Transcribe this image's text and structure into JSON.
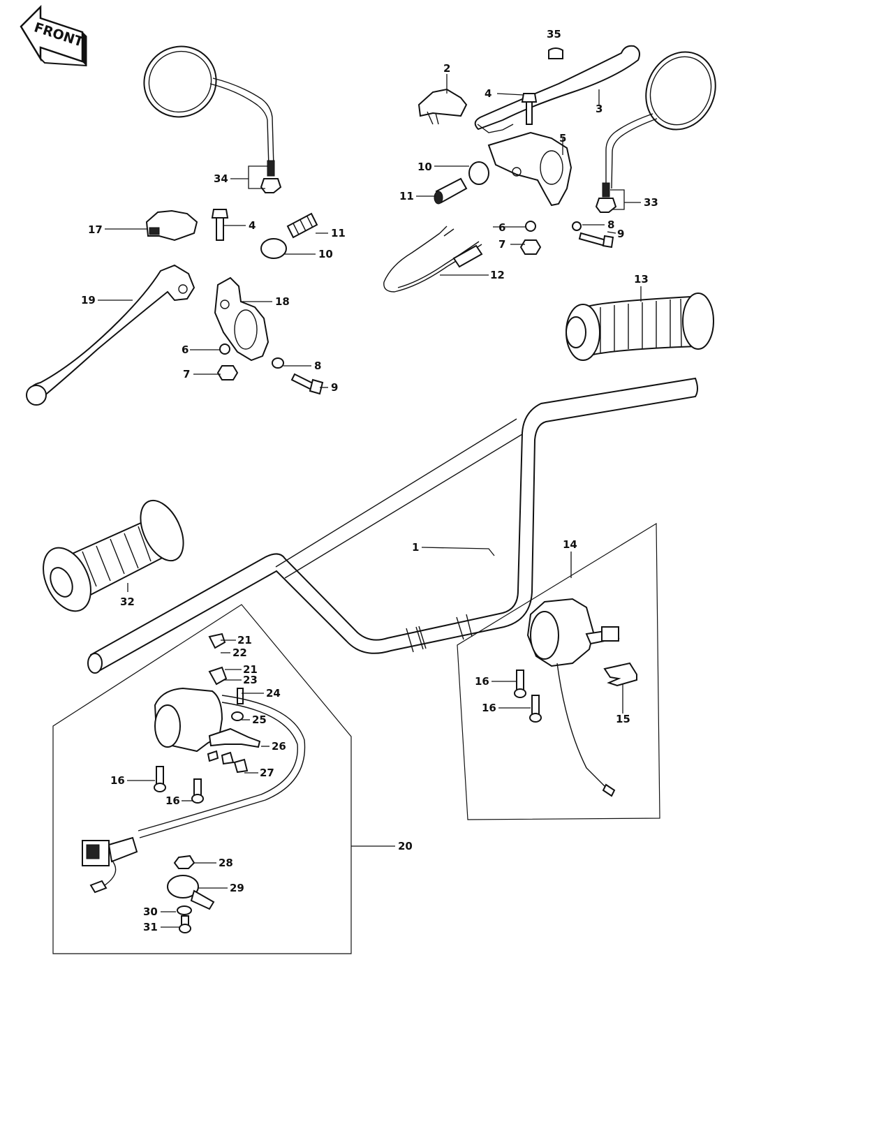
{
  "front_label": "FRONT",
  "callouts": [
    {
      "id": "c35a",
      "text": "35"
    },
    {
      "id": "c2",
      "text": "2"
    },
    {
      "id": "c4a",
      "text": "4"
    },
    {
      "id": "c3",
      "text": "3"
    },
    {
      "id": "c5",
      "text": "5"
    },
    {
      "id": "c10a",
      "text": "10"
    },
    {
      "id": "c11a",
      "text": "11"
    },
    {
      "id": "c34",
      "text": "34"
    },
    {
      "id": "c33",
      "text": "33"
    },
    {
      "id": "c17",
      "text": "17"
    },
    {
      "id": "c4b",
      "text": "4"
    },
    {
      "id": "c11b",
      "text": "11"
    },
    {
      "id": "c10b",
      "text": "10"
    },
    {
      "id": "c6a",
      "text": "6"
    },
    {
      "id": "c7a",
      "text": "7"
    },
    {
      "id": "c8a",
      "text": "8"
    },
    {
      "id": "c9a",
      "text": "9"
    },
    {
      "id": "c12",
      "text": "12"
    },
    {
      "id": "c13",
      "text": "13"
    },
    {
      "id": "c19",
      "text": "19"
    },
    {
      "id": "c18",
      "text": "18"
    },
    {
      "id": "c6b",
      "text": "6"
    },
    {
      "id": "c7b",
      "text": "7"
    },
    {
      "id": "c8b",
      "text": "8"
    },
    {
      "id": "c9b",
      "text": "9"
    },
    {
      "id": "c1",
      "text": "1"
    },
    {
      "id": "c14",
      "text": "14"
    },
    {
      "id": "c32",
      "text": "32"
    },
    {
      "id": "c21a",
      "text": "21"
    },
    {
      "id": "c22",
      "text": "22"
    },
    {
      "id": "c21b",
      "text": "21"
    },
    {
      "id": "c23",
      "text": "23"
    },
    {
      "id": "c24",
      "text": "24"
    },
    {
      "id": "c25",
      "text": "25"
    },
    {
      "id": "c26",
      "text": "26"
    },
    {
      "id": "c27",
      "text": "27"
    },
    {
      "id": "c16a",
      "text": "16"
    },
    {
      "id": "c16b",
      "text": "16"
    },
    {
      "id": "c16c",
      "text": "16"
    },
    {
      "id": "c16d",
      "text": "16"
    },
    {
      "id": "c15",
      "text": "15"
    },
    {
      "id": "c20",
      "text": "20"
    },
    {
      "id": "c28",
      "text": "28"
    },
    {
      "id": "c29",
      "text": "29"
    },
    {
      "id": "c30",
      "text": "30"
    },
    {
      "id": "c31",
      "text": "31"
    }
  ]
}
